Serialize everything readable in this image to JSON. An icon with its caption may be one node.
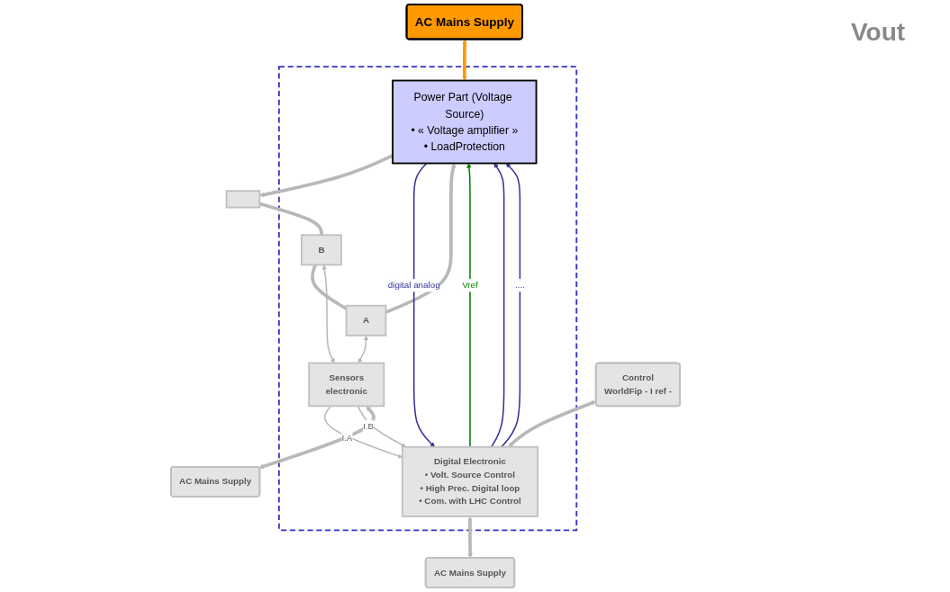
{
  "diagram": {
    "nodes": [
      {
        "text": [],
        "shape": "box"
      },
      {
        "text": [
          "AC Mains Supply"
        ]
      },
      {
        "text": [
          "Power Part (Voltage Source)",
          "• « Voltage amplifier »",
          "• LoadProtection"
        ],
        "in": 0
      },
      {
        "text": [],
        "shape": "box"
      },
      {
        "text": [
          "A"
        ],
        "in": 0
      },
      {
        "text": [
          "B"
        ],
        "in": 0
      },
      {
        "text": [
          "Control",
          "WorldFip - I ref -"
        ]
      },
      {
        "text": [
          "Digital Electronic",
          "• Volt. Source Control",
          "• High Prec. Digital loop",
          "• Com. with LHC Control"
        ],
        "in": 0
      },
      {
        "text": [
          "Sensors",
          "electronic"
        ],
        "in": 0
      },
      {
        "text": [
          "AC Mains Supply"
        ]
      },
      {
        "text": [
          "AC Mains Supply"
        ]
      }
    ],
    "edges": [
      {
        "from": 1,
        "to": 2,
        "arrow": "both",
        "style": "thick",
        "color": "#ff9900"
      },
      {
        "from": 2,
        "to": 3,
        "arrow": "to",
        "style": "thick"
      },
      {
        "from": 3,
        "to": 5,
        "arrow": "none",
        "style": "thick"
      },
      {
        "from": 5,
        "to": 4,
        "arrow": "none",
        "style": "thick"
      },
      {
        "from": 4,
        "to": 2,
        "arrow": "to",
        "style": "thick"
      },
      {
        "from": 7,
        "to": 2,
        "arrow": "to",
        "label": "Vref",
        "color": "#008000"
      },
      {
        "from": 7,
        "to": 2,
        "arrow": "to",
        "color": "#333399"
      },
      {
        "from": 7,
        "to": 2,
        "arrow": "to",
        "label": "....",
        "color": "#333399"
      },
      {
        "from": 2,
        "to": 7,
        "arrow": "to",
        "label": "digital analog",
        "color": "#333399"
      },
      {
        "from": 4,
        "to": 8,
        "arrow": "both"
      },
      {
        "from": 5,
        "to": 8,
        "arrow": "both"
      },
      {
        "from": 8,
        "to": 7,
        "arrow": "to",
        "label": "I.A"
      },
      {
        "from": 8,
        "to": 7,
        "arrow": "to",
        "label": "I.B"
      },
      {
        "from": 6,
        "to": 7,
        "arrow": "both",
        "style": "thick"
      },
      {
        "from": 7,
        "to": 9,
        "arrow": "both",
        "style": "thick"
      },
      {
        "from": 8,
        "to": 10,
        "arrow": "both",
        "style": "thick"
      }
    ],
    "labels": [
      "Vout"
    ]
  }
}
